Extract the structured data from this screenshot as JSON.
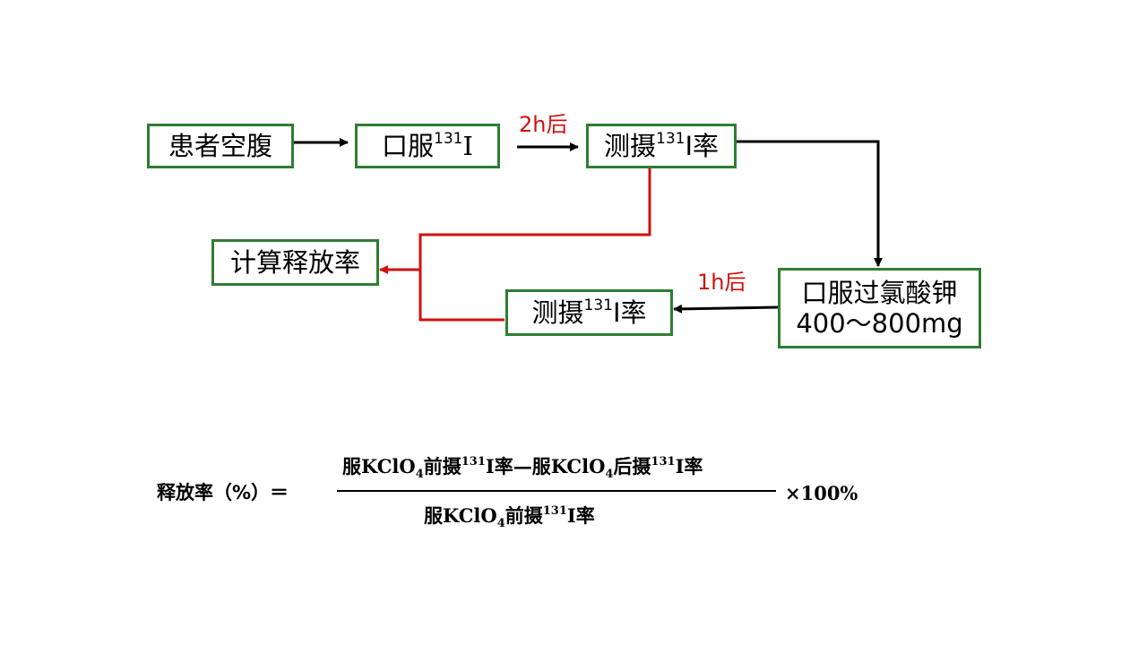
{
  "colors": {
    "box_border": "#2e7d32",
    "arrow_black": "#000000",
    "arrow_red": "#d01010",
    "label_red": "#d01010"
  },
  "nodes": {
    "fasting": {
      "text": "患者空腹"
    },
    "oral_i131": {
      "prefix": "口服",
      "sup": "131",
      "suffix": "I"
    },
    "measure1": {
      "prefix": "测摄",
      "sup": "131",
      "suffix": "I率"
    },
    "perchlorate": {
      "line1": "口服过氯酸钾",
      "line2": "400～800mg"
    },
    "measure2": {
      "prefix": "测摄",
      "sup": "131",
      "suffix": "I率"
    },
    "calc": {
      "text": "计算释放率"
    }
  },
  "edge_labels": {
    "after_2h": "2h后",
    "after_1h": "1h后"
  },
  "formula": {
    "lhs": "释放率（%）＝",
    "numerator": {
      "part1": "服KClO",
      "sub1": "4",
      "part2": "前摄",
      "sup1": "131",
      "part3": "I率—服KClO",
      "sub2": "4",
      "part4": "后摄",
      "sup2": "131",
      "part5": "I率"
    },
    "denominator": {
      "part1": "服KClO",
      "sub1": "4",
      "part2": "前摄",
      "sup1": "131",
      "part3": "I率"
    },
    "multiplier": "×100%"
  }
}
